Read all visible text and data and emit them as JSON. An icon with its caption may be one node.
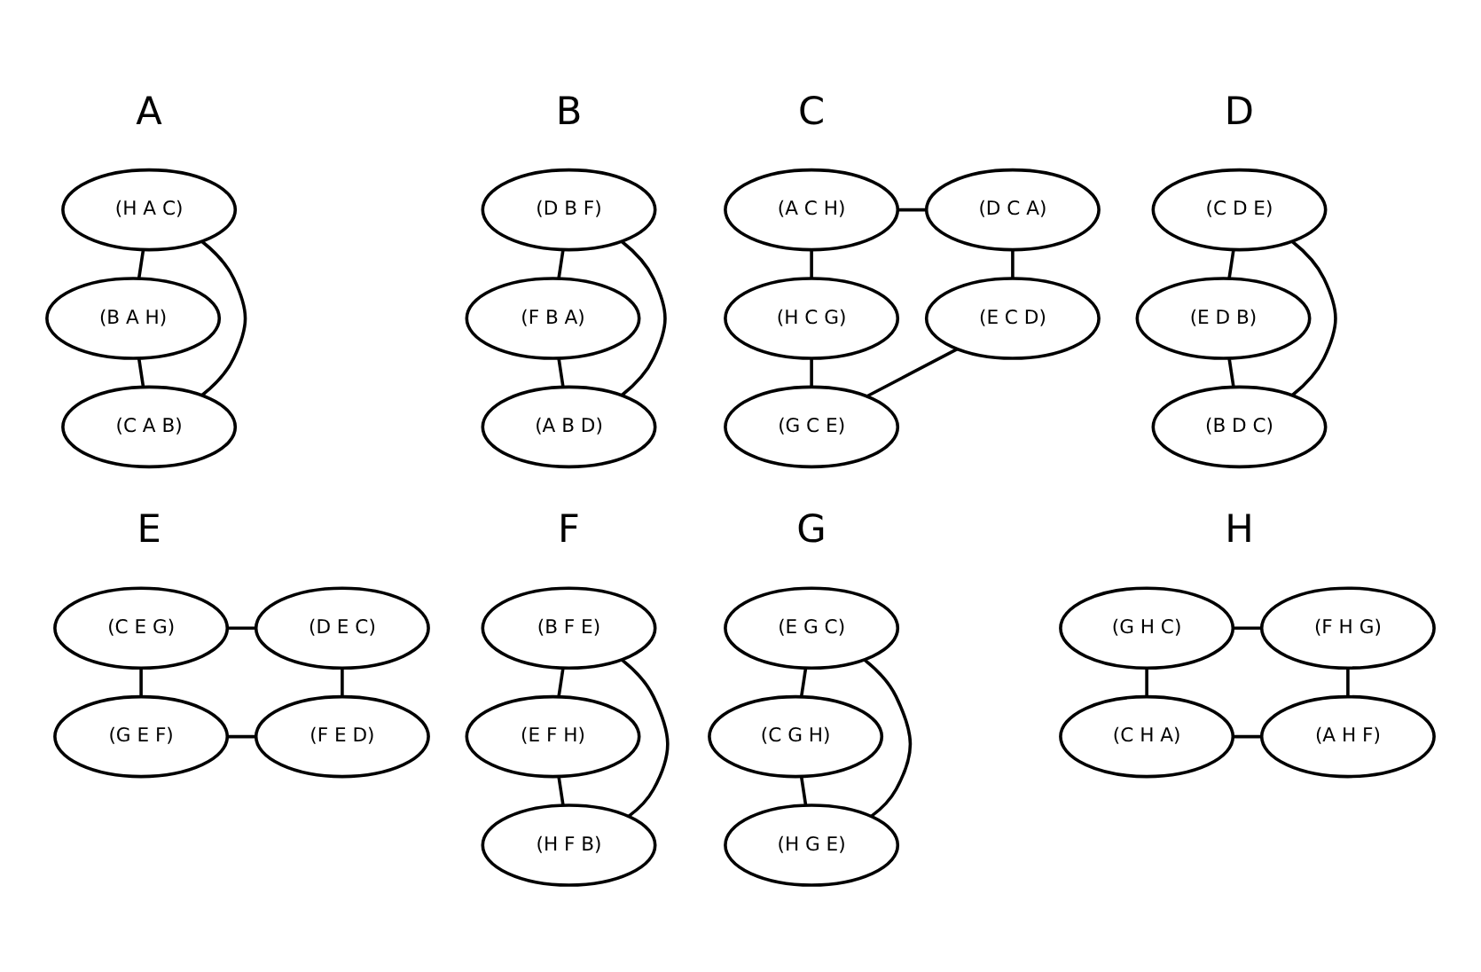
{
  "diagram": {
    "nodes": [
      {
        "text": [
          "(H A C)"
        ]
      },
      {
        "text": [
          "(B A H)"
        ]
      },
      {
        "text": [
          "(C A B)"
        ]
      },
      {
        "text": [
          "(D B F)"
        ]
      },
      {
        "text": [
          "(F B A)"
        ]
      },
      {
        "text": [
          "(A B D)"
        ]
      },
      {
        "text": [
          "(A C H)"
        ]
      },
      {
        "text": [
          "(D C A)"
        ]
      },
      {
        "text": [
          "(H C G)"
        ]
      },
      {
        "text": [
          "(E C D)"
        ]
      },
      {
        "text": [
          "(G C E)"
        ]
      },
      {
        "text": [
          "(C D E)"
        ]
      },
      {
        "text": [
          "(E D B)"
        ]
      },
      {
        "text": [
          "(B D C)"
        ]
      },
      {
        "text": [
          "(C E G)"
        ]
      },
      {
        "text": [
          "(D E C)"
        ]
      },
      {
        "text": [
          "(G E F)"
        ]
      },
      {
        "text": [
          "(F E D)"
        ]
      },
      {
        "text": [
          "(B F E)"
        ]
      },
      {
        "text": [
          "(E F H)"
        ]
      },
      {
        "text": [
          "(H F B)"
        ]
      },
      {
        "text": [
          "(E G C)"
        ]
      },
      {
        "text": [
          "(C G H)"
        ]
      },
      {
        "text": [
          "(H G E)"
        ]
      },
      {
        "text": [
          "(G H C)"
        ]
      },
      {
        "text": [
          "(F H G)"
        ]
      },
      {
        "text": [
          "(C H A)"
        ]
      },
      {
        "text": [
          "(A H F)"
        ]
      }
    ],
    "edges": [
      {
        "from": 0,
        "to": 1,
        "arrow": "none"
      },
      {
        "from": 1,
        "to": 2,
        "arrow": "none"
      },
      {
        "from": 0,
        "to": 2,
        "arrow": "none"
      },
      {
        "from": 3,
        "to": 4,
        "arrow": "none"
      },
      {
        "from": 4,
        "to": 5,
        "arrow": "none"
      },
      {
        "from": 3,
        "to": 5,
        "arrow": "none"
      },
      {
        "from": 6,
        "to": 7,
        "arrow": "none"
      },
      {
        "from": 6,
        "to": 8,
        "arrow": "none"
      },
      {
        "from": 7,
        "to": 9,
        "arrow": "none"
      },
      {
        "from": 8,
        "to": 10,
        "arrow": "none"
      },
      {
        "from": 9,
        "to": 10,
        "arrow": "none"
      },
      {
        "from": 11,
        "to": 12,
        "arrow": "none"
      },
      {
        "from": 12,
        "to": 13,
        "arrow": "none"
      },
      {
        "from": 11,
        "to": 13,
        "arrow": "none"
      },
      {
        "from": 14,
        "to": 15,
        "arrow": "none"
      },
      {
        "from": 14,
        "to": 16,
        "arrow": "none"
      },
      {
        "from": 15,
        "to": 17,
        "arrow": "none"
      },
      {
        "from": 16,
        "to": 17,
        "arrow": "none"
      },
      {
        "from": 18,
        "to": 19,
        "arrow": "none"
      },
      {
        "from": 19,
        "to": 20,
        "arrow": "none"
      },
      {
        "from": 18,
        "to": 20,
        "arrow": "none"
      },
      {
        "from": 21,
        "to": 22,
        "arrow": "none"
      },
      {
        "from": 22,
        "to": 23,
        "arrow": "none"
      },
      {
        "from": 21,
        "to": 23,
        "arrow": "none"
      },
      {
        "from": 24,
        "to": 25,
        "arrow": "none"
      },
      {
        "from": 24,
        "to": 26,
        "arrow": "none"
      },
      {
        "from": 25,
        "to": 27,
        "arrow": "none"
      },
      {
        "from": 26,
        "to": 27,
        "arrow": "none"
      }
    ],
    "labels": [
      "A",
      "B",
      "C",
      "D",
      "E",
      "F",
      "G",
      "H"
    ]
  }
}
